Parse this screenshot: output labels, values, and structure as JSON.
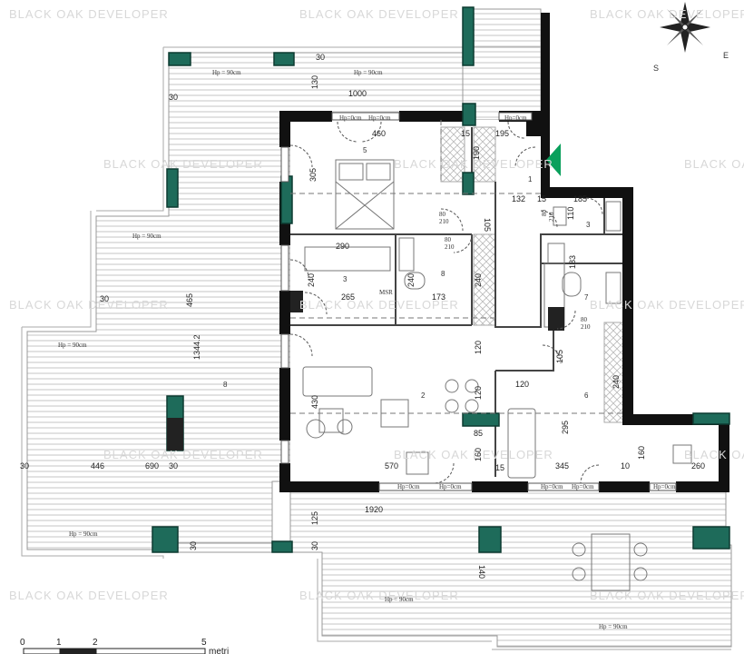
{
  "watermark": "BLACK OAK DEVELOPER",
  "colors": {
    "wall": "#111111",
    "column": "#1e6b5a",
    "entrance_arrow": "#0aa05c",
    "terrace_lines": "#c8c8c8"
  },
  "compass": {
    "south": "S",
    "east": "E"
  },
  "entrance_icon": "entrance-arrow-icon",
  "scale_bar": {
    "labels": [
      "0",
      "1",
      "2",
      "5"
    ],
    "unit": "metri"
  },
  "railing_labels": {
    "top_left": "Hp = 90cm",
    "top_right": "Hp = 90cm",
    "left_upper": "Hp = 90cm",
    "left_mid": "Hp = 90cm",
    "bottom_left": "Hp = 90cm",
    "bottom_mid": "Hp = 90cm",
    "bottom_right": "Hp = 90cm"
  },
  "window_labels": {
    "w1": "Hp=0cm",
    "w2": "Hp=0cm",
    "w3": "Hp=0cm",
    "w4": "Hp=0cm",
    "w5": "Hp=0cm",
    "w6": "Hp=0cm",
    "w7": "Hp=0cm",
    "w8": "Hp=0cm"
  },
  "room_numbers": {
    "r1": "1",
    "r2": "2",
    "r3a": "3",
    "r3b": "3",
    "r5": "5",
    "r6": "6",
    "r7": "7",
    "r8a": "8",
    "r8b": "8"
  },
  "fixture_label": "MSR",
  "dimensions": {
    "d1000": "1000",
    "d130": "130",
    "d30a": "30",
    "d30b": "30",
    "d30c": "30",
    "d30d": "30",
    "d30e": "30",
    "d30f": "30",
    "d30g": "30",
    "d460": "460",
    "d195": "195",
    "d15a": "15",
    "d15b": "15",
    "d15c": "15",
    "d190": "190",
    "d305": "305",
    "d132": "132",
    "d185": "185",
    "d110": "110",
    "d8010a": "80",
    "d210a": "210",
    "d8010b": "80",
    "d210b": "210",
    "d8010c": "80",
    "d210c": "210",
    "d8010d": "80",
    "d210d": "210",
    "d105a": "105",
    "d105b": "105",
    "d290": "290",
    "d240a": "240",
    "d240b": "240",
    "d240c": "240",
    "d240d": "240",
    "d265": "265",
    "d173": "173",
    "d183": "183",
    "d465": "465",
    "d13442": "1344.2",
    "d120a": "120",
    "d120b": "120",
    "d120c": "120",
    "d430": "430",
    "d85": "85",
    "d295": "295",
    "d160a": "160",
    "d160b": "160",
    "d570": "570",
    "d345": "345",
    "d10": "10",
    "d260": "260",
    "d446": "446",
    "d690": "690",
    "d1920": "1920",
    "d125": "125",
    "d140": "140"
  }
}
